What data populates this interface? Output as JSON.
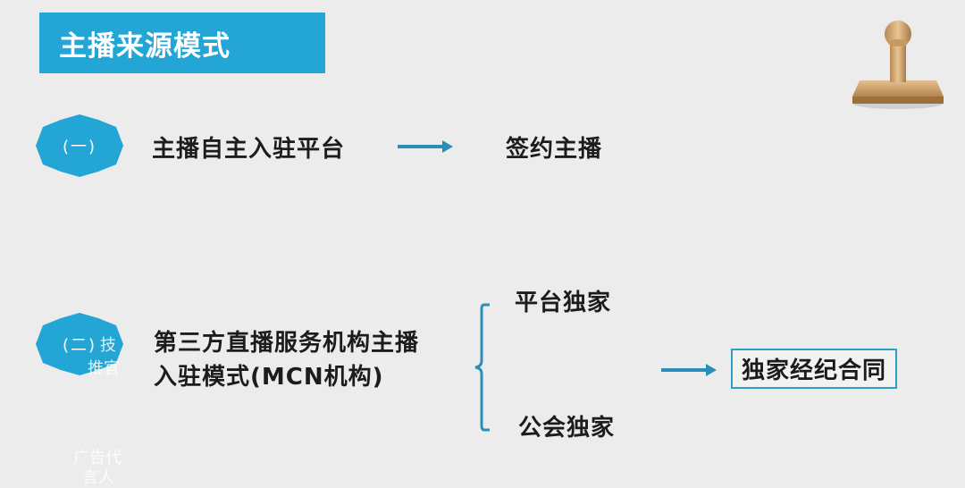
{
  "title": "主播来源模式",
  "section1": {
    "badge": "(一)",
    "source": "主播自主入驻平台",
    "result": "签约主播"
  },
  "section2": {
    "badge": "(二)",
    "source_line1": "第三方直播服务机构主播",
    "source_line2": "入驻模式(MCN机构)",
    "branch_top": "平台独家",
    "branch_bottom": "公会独家",
    "result": "独家经纪合同"
  },
  "ghost": {
    "fragment1": "技",
    "fragment2": "推官",
    "fragment3": "广告代",
    "fragment4": "言人"
  },
  "icons": {
    "stamp": "stamp-icon",
    "arrow": "right-arrow-icon",
    "brace": "left-brace-icon"
  },
  "colors": {
    "accent": "#23a6d6",
    "text": "#1c1c1c",
    "background": "#ececec"
  }
}
